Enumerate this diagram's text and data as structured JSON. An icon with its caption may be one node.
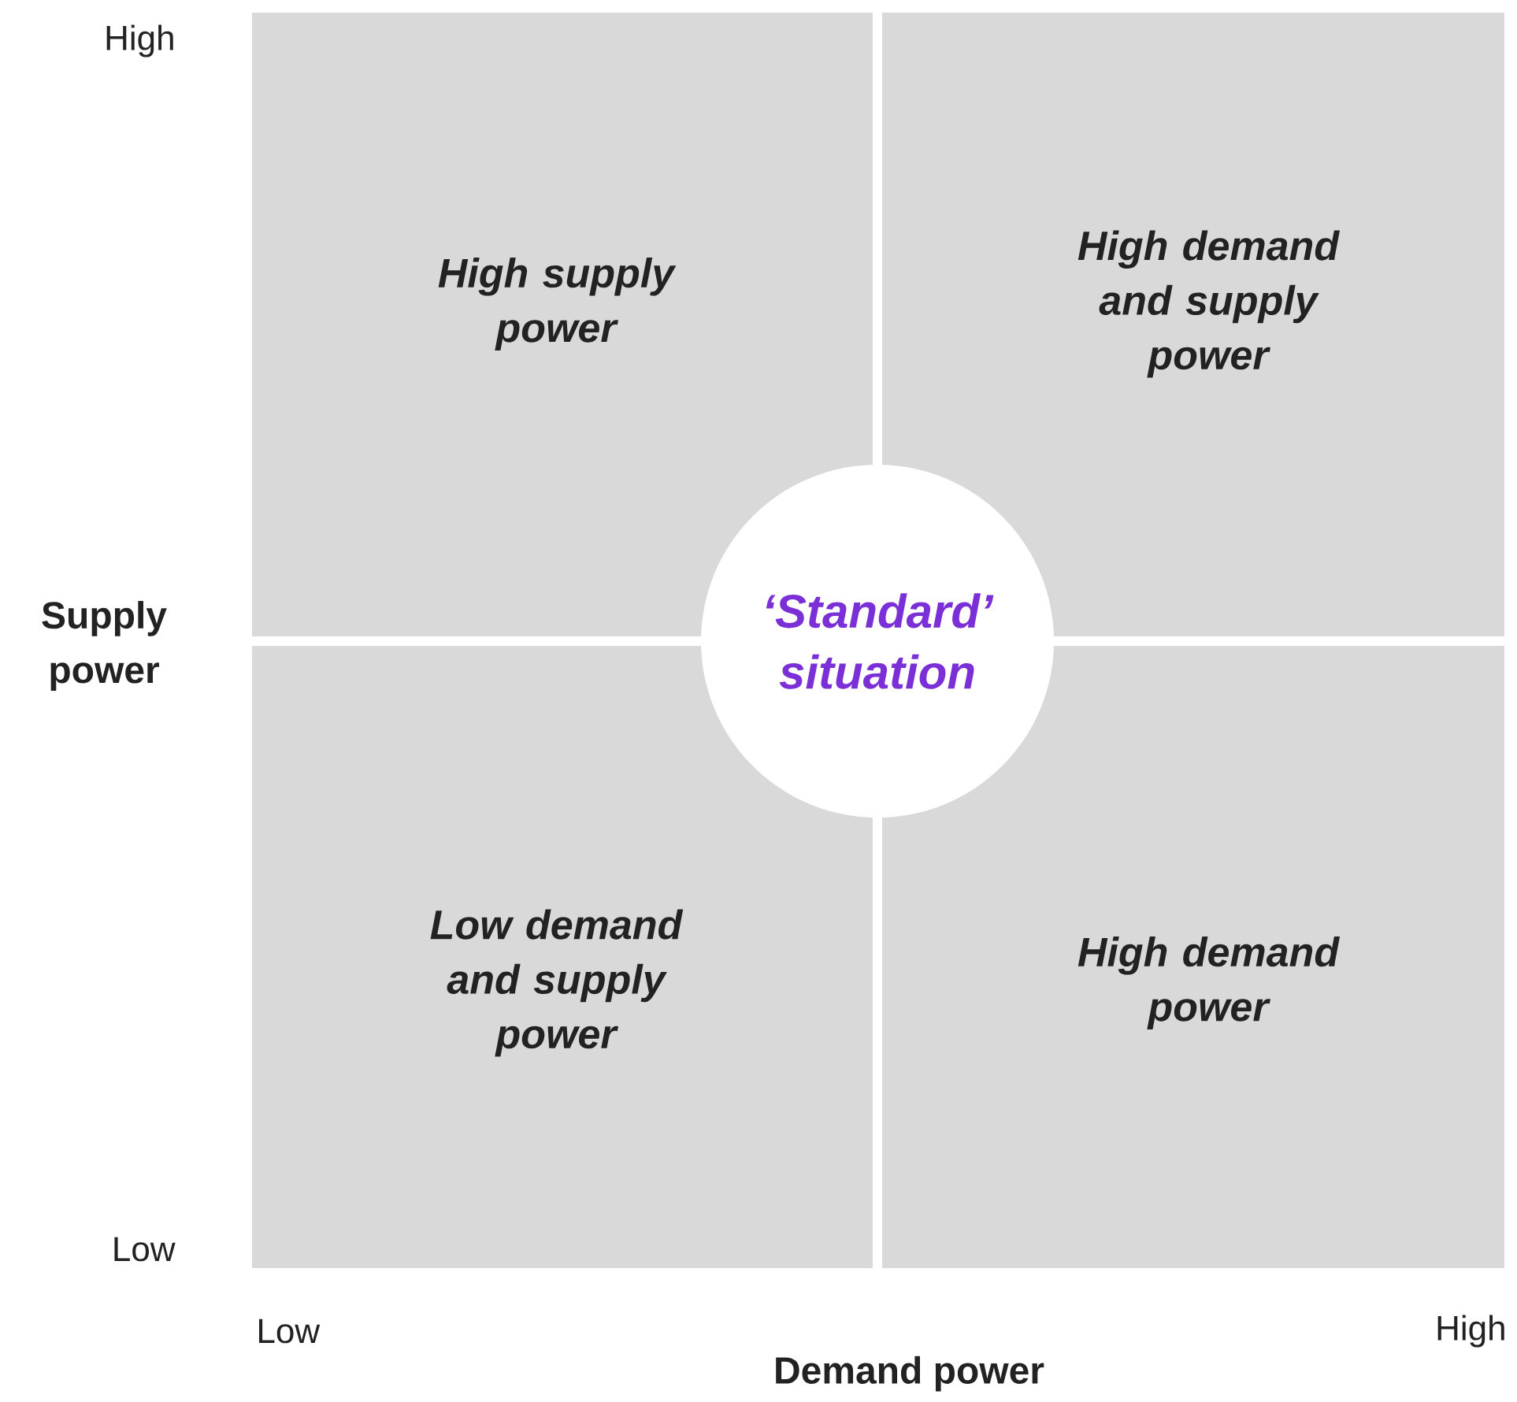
{
  "diagram": {
    "nodes": [
      {
        "text": [
          "High supply power"
        ]
      },
      {
        "text": [
          "High demand and supply power"
        ]
      },
      {
        "text": [
          "Low demand and supply power"
        ]
      },
      {
        "text": [
          "High demand power"
        ]
      },
      {
        "text": [
          "‘Standard’ situation"
        ]
      }
    ],
    "edges": [],
    "labels": [
      "High",
      "Supply power",
      "Low",
      "Low",
      "High",
      "Demand power"
    ]
  }
}
